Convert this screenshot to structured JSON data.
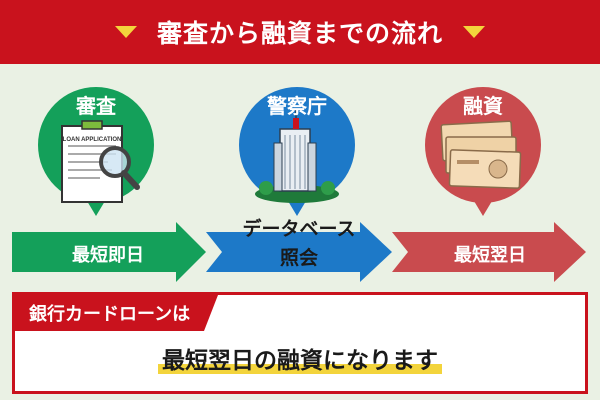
{
  "header": {
    "title": "審査から融資までの流れ"
  },
  "steps": [
    {
      "title": "審査",
      "color": "#14a05a"
    },
    {
      "title": "警察庁",
      "color": "#1d79c8"
    },
    {
      "title": "融資",
      "color": "#c94b4e"
    }
  ],
  "document": {
    "heading": "LOAN APPLICATION"
  },
  "arrows": [
    {
      "label": "最短即日",
      "color": "#14a05a"
    },
    {
      "label_line1": "データベース",
      "label_line2": "照会",
      "color": "#1d79c8"
    },
    {
      "label": "最短翌日",
      "color": "#c94b4e"
    }
  ],
  "result": {
    "tag": "銀行カードローンは",
    "text": "最短翌日の融資になります"
  },
  "colors": {
    "accent": "#c9121d",
    "highlight": "#f3d43c",
    "background": "#eaf1e4"
  }
}
